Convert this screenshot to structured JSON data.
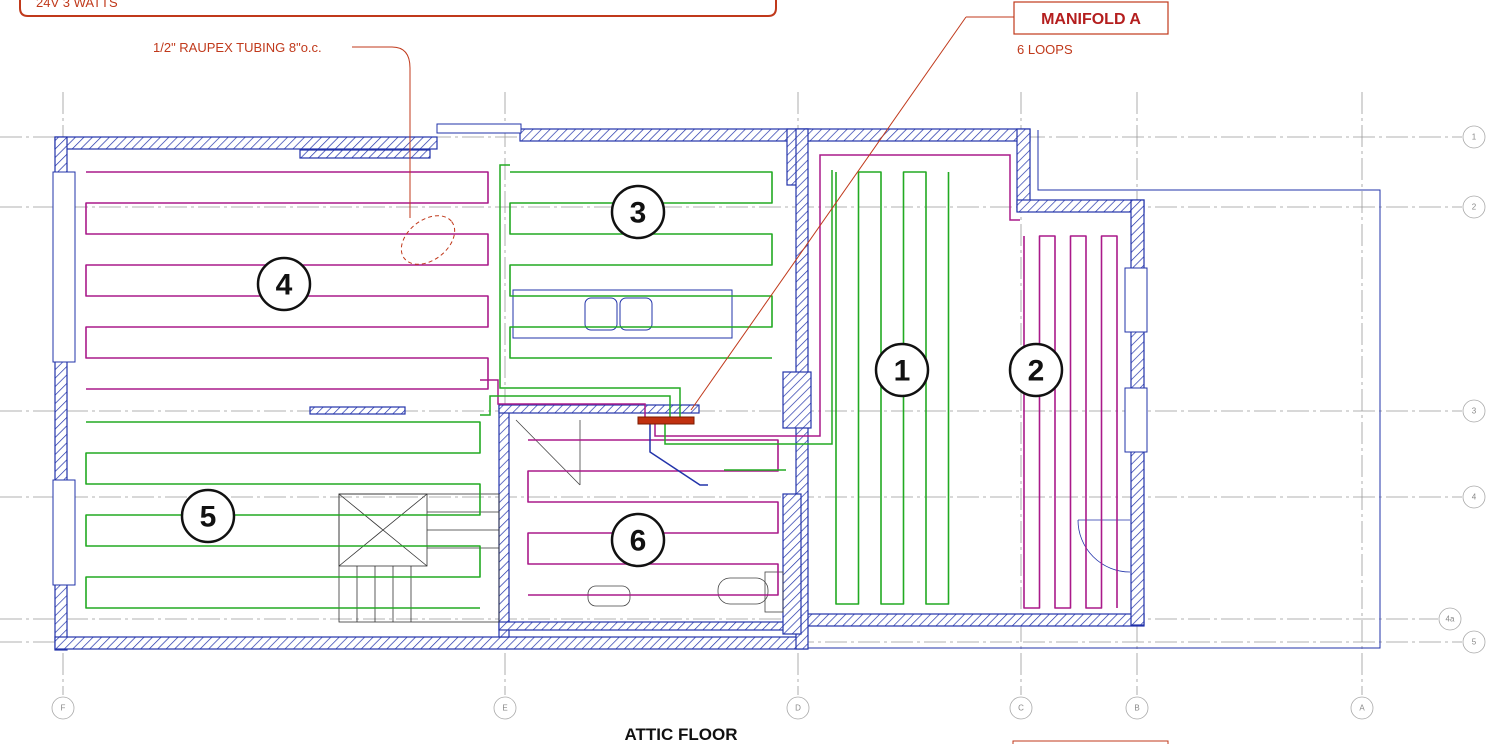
{
  "header_note": "24V 3 WATTS",
  "tubing_note": "1/2\" RAUPEX TUBING 8\"o.c.",
  "manifold": {
    "label": "MANIFOLD A",
    "loops": "6 LOOPS"
  },
  "drawing_title": "ATTIC FLOOR",
  "loops": [
    "1",
    "2",
    "3",
    "4",
    "5",
    "6"
  ],
  "grid_rows": [
    "1",
    "2",
    "3",
    "4",
    "4a",
    "5"
  ],
  "grid_cols": [
    "F",
    "E",
    "D",
    "C",
    "B",
    "A"
  ],
  "colors": {
    "wall": "#2233aa",
    "loop_green": "#22aa22",
    "loop_magenta": "#aa1a8a",
    "annotation": "#c0391b",
    "manifold": "#c03010"
  }
}
